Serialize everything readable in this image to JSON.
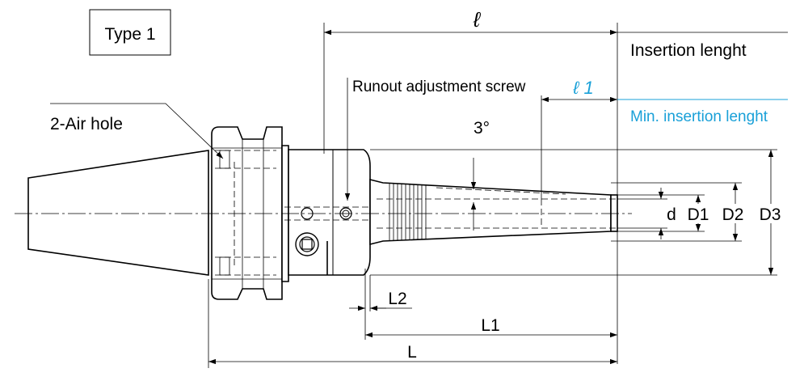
{
  "type_box": {
    "label": "Type 1"
  },
  "callouts": {
    "air_hole": "2-Air hole",
    "runout_screw": "Runout adjustment screw",
    "angle": "3°",
    "insertion_length": "Insertion lenght",
    "min_insertion_length": "Min. insertion lenght"
  },
  "dimensions": {
    "l": "ℓ",
    "l1": "ℓ 1",
    "L": "L",
    "L1": "L1",
    "L2": "L2",
    "d": "d",
    "D1": "D1",
    "D2": "D2",
    "D3": "D3"
  },
  "colors": {
    "line": "#000000",
    "accent_blue": "#19a0d8",
    "background": "#ffffff"
  }
}
